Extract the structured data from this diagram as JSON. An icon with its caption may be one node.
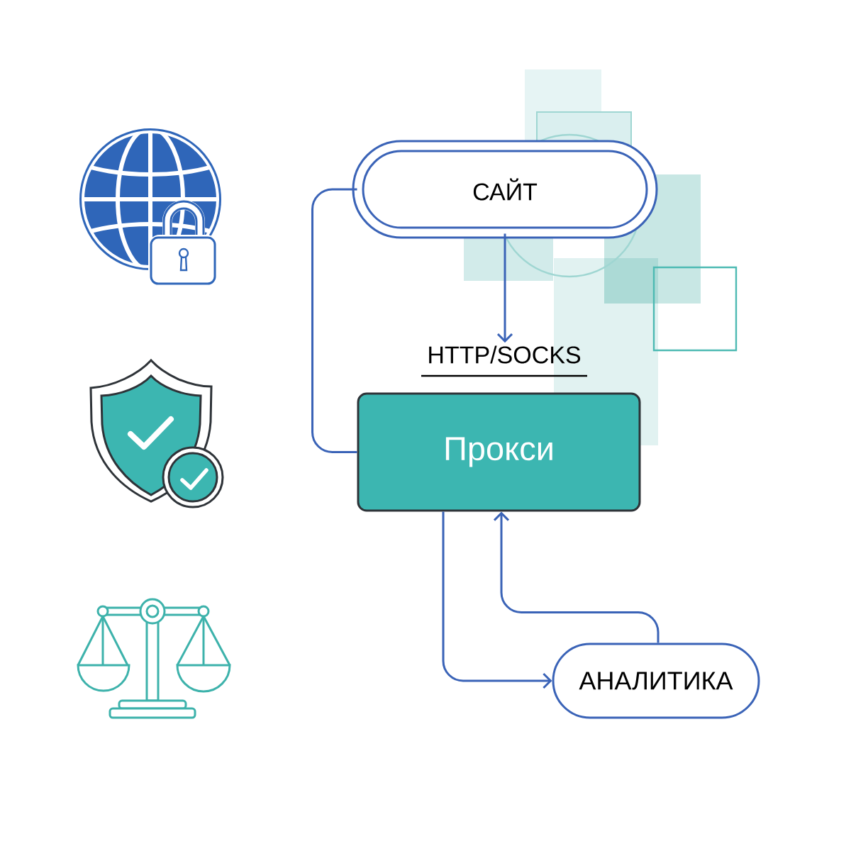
{
  "diagram": {
    "nodes": [
      {
        "text": [
          "САЙТ"
        ]
      },
      {
        "text": [
          "HTTP/SOCKS"
        ]
      },
      {
        "text": [
          "Прокси"
        ]
      },
      {
        "text": [
          "АНАЛИТИКА"
        ]
      }
    ],
    "edges": [
      {
        "from": 0,
        "to": 1,
        "arrow": "to"
      },
      {
        "from": 0,
        "to": 2,
        "arrow": "none"
      },
      {
        "from": 2,
        "to": 3,
        "arrow": "to"
      },
      {
        "from": 3,
        "to": 2,
        "arrow": "to"
      }
    ]
  }
}
